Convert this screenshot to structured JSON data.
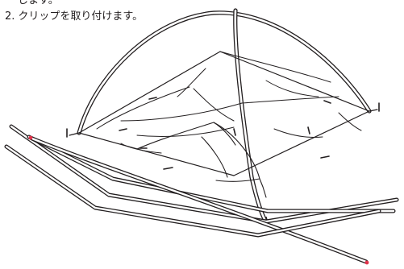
{
  "instructions": {
    "previous_step_tail": "します。",
    "steps": [
      {
        "number": "2.",
        "text": "クリップを取り付けます。"
      }
    ]
  },
  "illustration": {
    "subject": "tent-inner-with-poles",
    "colors": {
      "line": "#231f20",
      "pole_tip": "#e2334b",
      "paper": "#ffffff"
    }
  }
}
